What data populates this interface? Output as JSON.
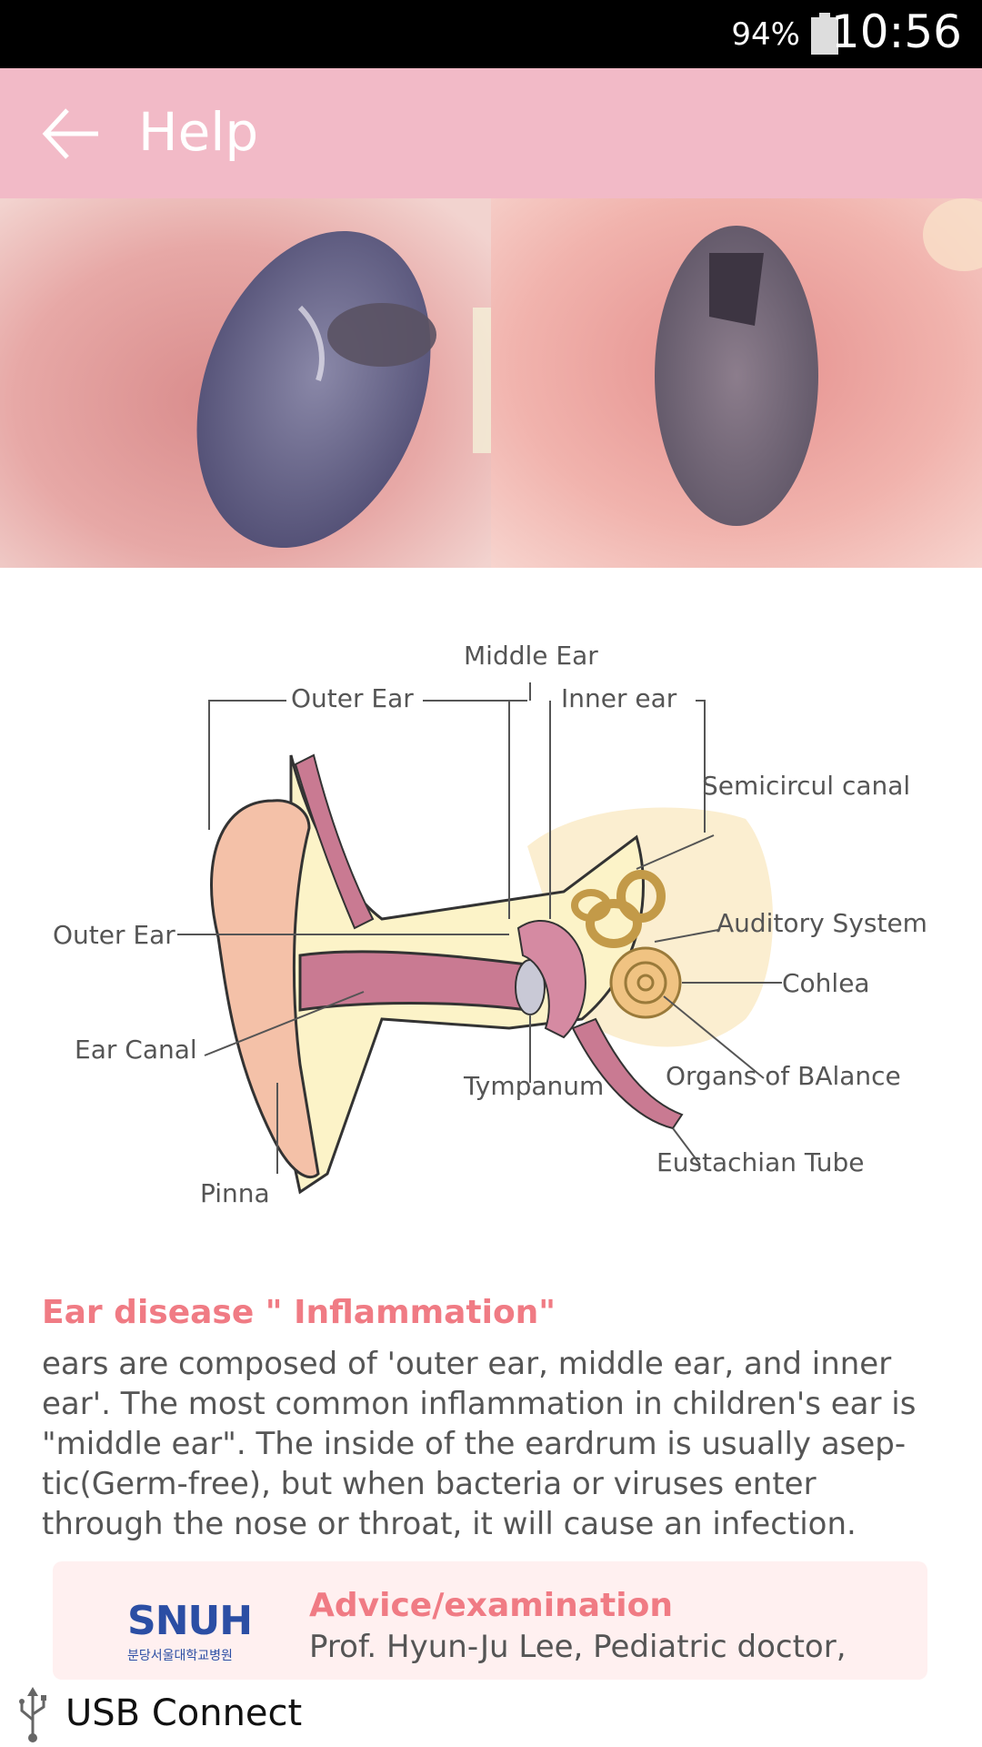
{
  "status_bar": {
    "battery": "94%",
    "time": "10:56"
  },
  "app_bar": {
    "title": "Help"
  },
  "diagram_labels": {
    "middle_ear": "Middle Ear",
    "outer_ear_top": "Outer Ear",
    "inner_ear": "Inner ear",
    "semicircular_canal": "Semicircul canal",
    "outer_ear_left": "Outer Ear",
    "auditory_system": "Auditory System",
    "cochlea": "Cohlea",
    "ear_canal": "Ear Canal",
    "tympanum": "Tympanum",
    "organs_of_balance": "Organs of BAlance",
    "eustachian_tube": "Eustachian Tube",
    "pinna": "Pinna"
  },
  "article": {
    "heading": "Ear disease \" Inflammation\"",
    "body": "ears are composed of 'outer ear, middle ear, and inner ear'. The most common inflammation in children's ear is \"middle ear\". The inside of the eardrum is usually asep-tic(Germ-free), but when bacteria or viruses enter through the nose or throat, it will cause an infection."
  },
  "advice": {
    "logo_text": "SNUH",
    "logo_subtext": "분당서울대학교병원",
    "heading": "Advice/examination",
    "text": "Prof. Hyun-Ju Lee, Pediatric doctor,"
  },
  "notification": {
    "text": "USB Connect"
  },
  "colors": {
    "app_bar": "#f2bac7",
    "accent": "#f07b84",
    "logo": "#2b4ea4"
  }
}
